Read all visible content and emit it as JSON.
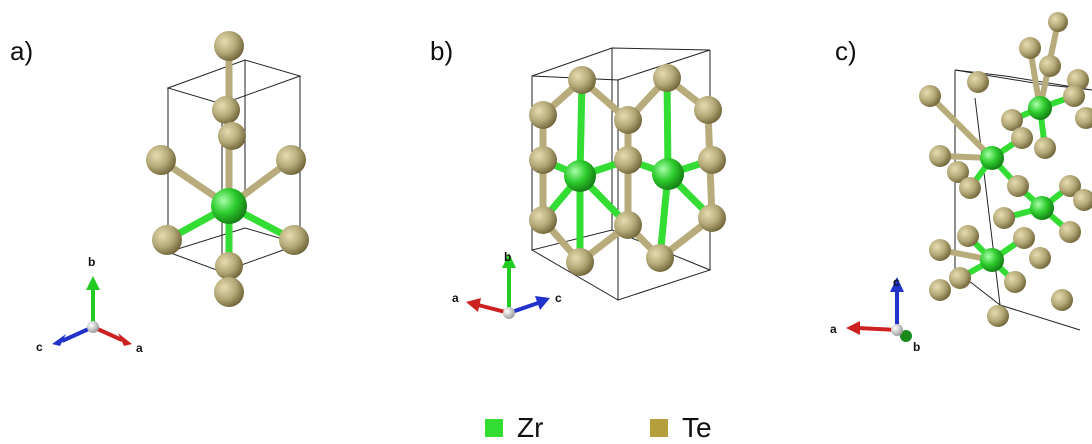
{
  "panels": [
    {
      "label": "a)",
      "axes": {
        "up": "b",
        "left": "c",
        "right": "a"
      }
    },
    {
      "label": "b)",
      "axes": {
        "up": "b",
        "left": "a",
        "right": "c"
      }
    },
    {
      "label": "c)",
      "axes": {
        "up": "c",
        "left": "a",
        "right": "b"
      }
    }
  ],
  "legend": [
    {
      "label": "Zr",
      "color": "#33dd33"
    },
    {
      "label": "Te",
      "color": "#b59e3c"
    }
  ],
  "colors": {
    "te_atom": "#b3a877",
    "zr_atom": "#2ecc2e",
    "bond_te": "#b9ac7c",
    "bond_zr": "#33dd33",
    "axis_red": "#cc2222",
    "axis_green": "#22cc22",
    "axis_blue": "#2233cc"
  }
}
